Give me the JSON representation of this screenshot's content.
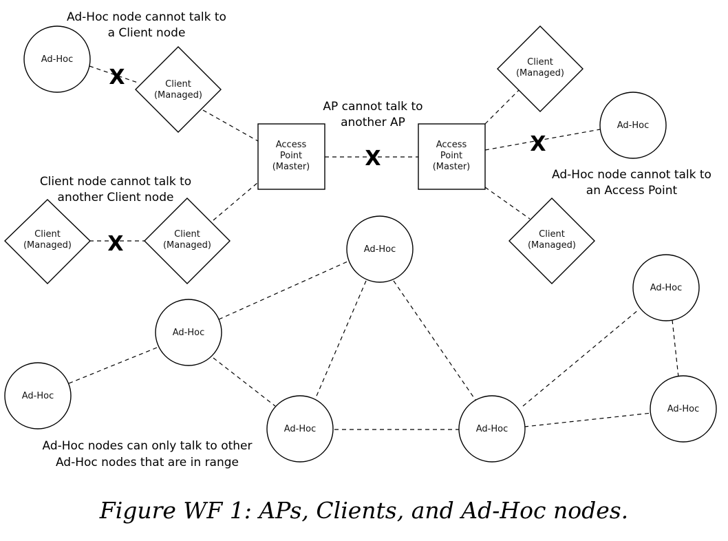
{
  "caption": "Figure WF 1: APs, Clients, and Ad-Hoc nodes.",
  "labels": {
    "adhoc": "Ad-Hoc",
    "client_line1": "Client",
    "client_line2": "(Managed)",
    "ap_line1": "Access",
    "ap_line2": "Point",
    "ap_line3": "(Master)"
  },
  "blocked_mark": "X",
  "notes": {
    "adhoc_client": [
      "Ad-Hoc node cannot talk to",
      "a Client node"
    ],
    "ap_ap": [
      "AP cannot talk to",
      "another AP"
    ],
    "client_client": [
      "Client node cannot talk to",
      "another Client node"
    ],
    "adhoc_ap": [
      "Ad-Hoc node cannot talk to",
      "an Access Point"
    ],
    "adhoc_range": [
      "Ad-Hoc nodes can only talk to other",
      "Ad-Hoc nodes that are in range"
    ]
  }
}
